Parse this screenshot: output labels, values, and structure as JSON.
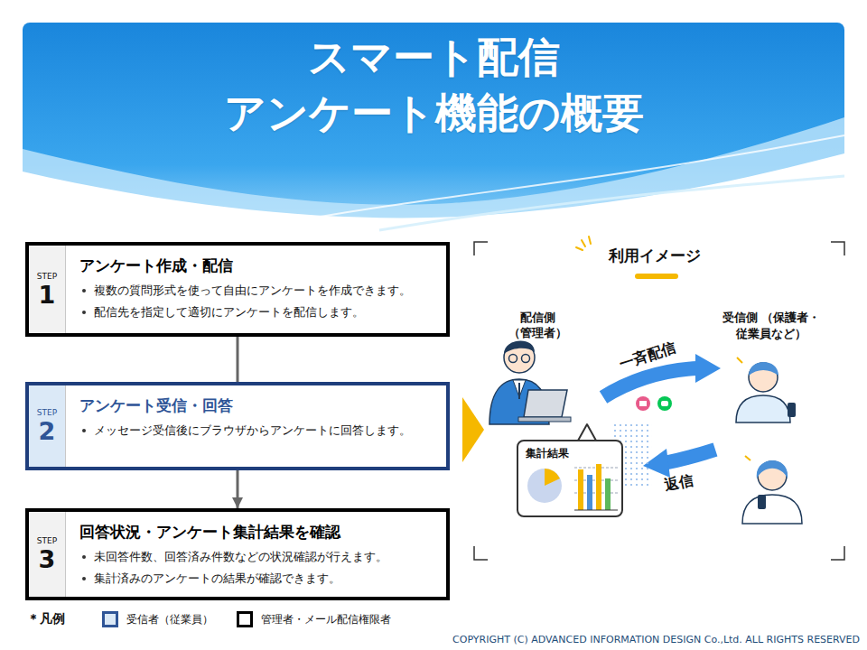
{
  "diagram": {
    "title": "スマート配信 アンケート機能の概要",
    "nodes": [
      {
        "text": [
          "STEP",
          "1",
          "アンケート作成・配信",
          "複数の質問形式を使って自由にアンケートを作成できます。",
          "配信先を指定して適切にアンケートを配信します。"
        ]
      },
      {
        "text": [
          "STEP",
          "2",
          "アンケート受信・回答",
          "メッセージ受信後にブラウザからアンケートに回答します。"
        ]
      },
      {
        "text": [
          "STEP",
          "3",
          "回答状況・アンケート集計結果を確認",
          "未回答件数、回答済み件数などの状況確認が行えます。",
          "集計済みのアンケートの結果が確認できます。"
        ]
      },
      {
        "text": [
          "集計結果"
        ]
      }
    ],
    "edges": [
      {
        "from": 0,
        "to": 1,
        "arrow": "none"
      },
      {
        "from": 1,
        "to": 2,
        "arrow": "to"
      }
    ],
    "labels": [
      "利用イメージ",
      "配信側 （管理者）",
      "受信側 （保護者・従業員など）",
      "一斉配信",
      "返信",
      "＊凡例",
      "COPYRIGHT (C) ADVANCED INFORMATION DESIGN Co.,Ltd. ALL RIGHTS RESERVED"
    ],
    "legend": [
      {
        "text": "受信者（従業員）",
        "color": "#2f5597"
      },
      {
        "text": "管理者・メール配信権限者",
        "color": "#000000"
      }
    ]
  }
}
